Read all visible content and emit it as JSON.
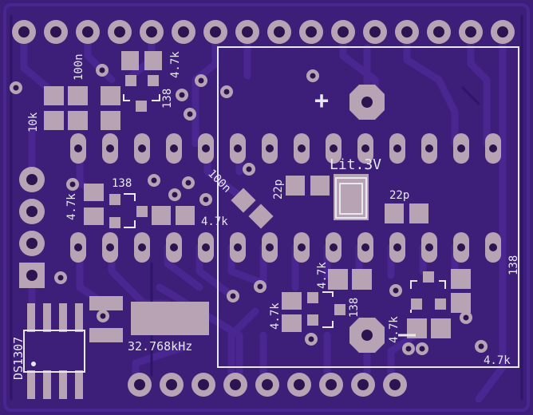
{
  "colors": {
    "board": "#3d1f7a",
    "trace": "#4a2690",
    "trace_dark": "#2a1260",
    "pad": "#b8a3b5",
    "pad_hole": "#2c1450",
    "silk": "#e8e8f0"
  },
  "labels": {
    "c_100n_top": "100n",
    "r_47k_top": "4.7k",
    "r_10k": "10k",
    "ic_138_top": "138",
    "ic_138_mid": "138",
    "r_47k_left": "4.7k",
    "c_100n_mid": "100n",
    "r_47k_mid": "4.7k",
    "c_22p_left": "22p",
    "c_22p_right": "22p",
    "battery": "Lit.3V",
    "plus": "+",
    "minus": "-",
    "ic_138_right": "138",
    "r_47k_lower1": "4.7k",
    "ic_138_lower": "138",
    "r_47k_lower2": "4.7k",
    "r_47k_lower3": "4.7k",
    "r_47k_right": "4.7k",
    "rtc": "DS1307",
    "crystal": "32.768kHz"
  }
}
